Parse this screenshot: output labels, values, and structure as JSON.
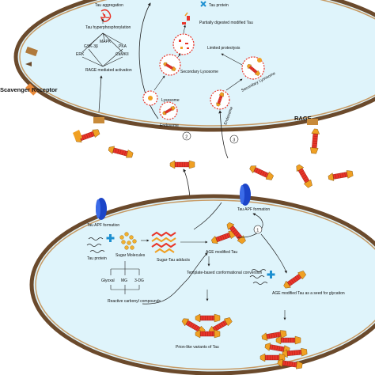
{
  "labels": {
    "scavenger_receptor": "Scavenger Receptor",
    "rage": "RAGE",
    "tau_aggregation": "Tau aggregation",
    "tau_hyperphosphorylation": "Tau hyperphosphorylation",
    "gsk3b": "GSK-3β",
    "mapk": "MAPK",
    "pka": "PKA",
    "erk": "ERK",
    "camkii": "CaMKII",
    "rage_activation": "RAGE mediated activation",
    "tau_protein_top": "Tau protein",
    "partially_digested": "Partially digested modified Tau",
    "limited_proteolysis": "Limited proteolysis",
    "secondary_lysosome_1": "Secondary Lysosome",
    "secondary_lysosome_2": "Secondary Lysosome",
    "lysosome": "Lysosome",
    "endosome_1": "Endosome",
    "endosome_2": "Endosome",
    "step_2": "2",
    "step_3": "3",
    "step_1": "1",
    "tau_apf_formation_left": "Tau APF formation",
    "tau_apf_formation_right": "Tau APF formation",
    "tau_protein_bottom": "Tau protein",
    "sugar_molecules": "Sugar Molecules",
    "sugar_tau_adducts": "Sugar-Tau adducts",
    "age_modified_tau": "AGE modified Tau",
    "glyoxal": "Glyoxal",
    "mg": "MG",
    "three_dg": "3-DG",
    "reactive_carbonyl": "Reactive carbonyl compounds",
    "template_conversion": "Template-based conformational conversion",
    "age_seed": "AGE modified Tau as a seed for glycation",
    "prion_variants": "Prion-like variants of Tau"
  },
  "colors": {
    "cell_fill": "#dff4fb",
    "membrane": "#6b4a2c",
    "tau_red": "#e8352a",
    "tau_orange": "#f0a023",
    "receptor_blue": "#1c45c8",
    "arrow": "#222222"
  }
}
